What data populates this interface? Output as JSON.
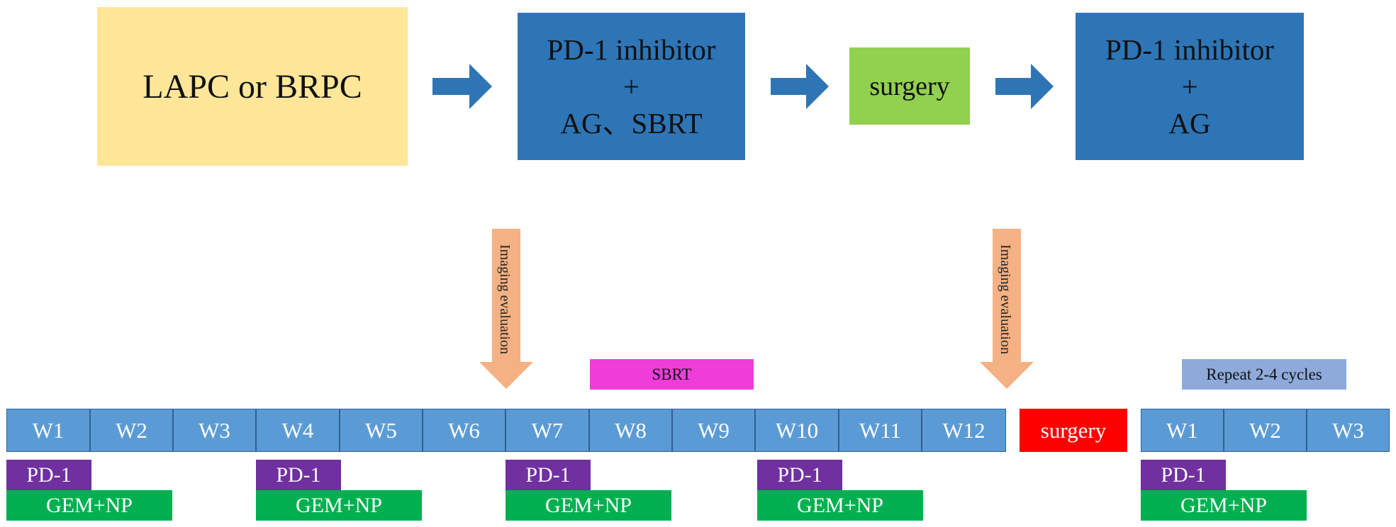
{
  "flow": {
    "start_box": "LAPC or BRPC",
    "treatment_box_1": {
      "line1": "PD-1 inhibitor",
      "line2": "+",
      "line3": "AG、SBRT"
    },
    "surgery_box": "surgery",
    "treatment_box_2": {
      "line1": "PD-1 inhibitor",
      "line2": "+",
      "line3": "AG"
    }
  },
  "evaluations": [
    {
      "label": "Imaging evaluation"
    },
    {
      "label": "Imaging evaluation"
    }
  ],
  "timeline": {
    "sbrt_label": "SBRT",
    "repeat_label": "Repeat 2-4 cycles",
    "weeks_pre": [
      "W1",
      "W2",
      "W3",
      "W4",
      "W5",
      "W6",
      "W7",
      "W8",
      "W9",
      "W10",
      "W11",
      "W12"
    ],
    "surgery_label": "surgery",
    "weeks_post": [
      "W1",
      "W2",
      "W3"
    ],
    "pd1_label": "PD-1",
    "gem_label": "GEM+NP"
  },
  "colors": {
    "start_box": "#ffe699",
    "treatment_box": "#2e75b6",
    "surgery_box": "#92d050",
    "flow_arrow": "#2e75b6",
    "evaluation_arrow": "#f4b183",
    "sbrt": "#ee3dd9",
    "repeat": "#8eaadb",
    "week_cell": "#5b9bd5",
    "surgery_bar": "#ff0000",
    "pd1": "#7030a0",
    "gem": "#00b050"
  }
}
